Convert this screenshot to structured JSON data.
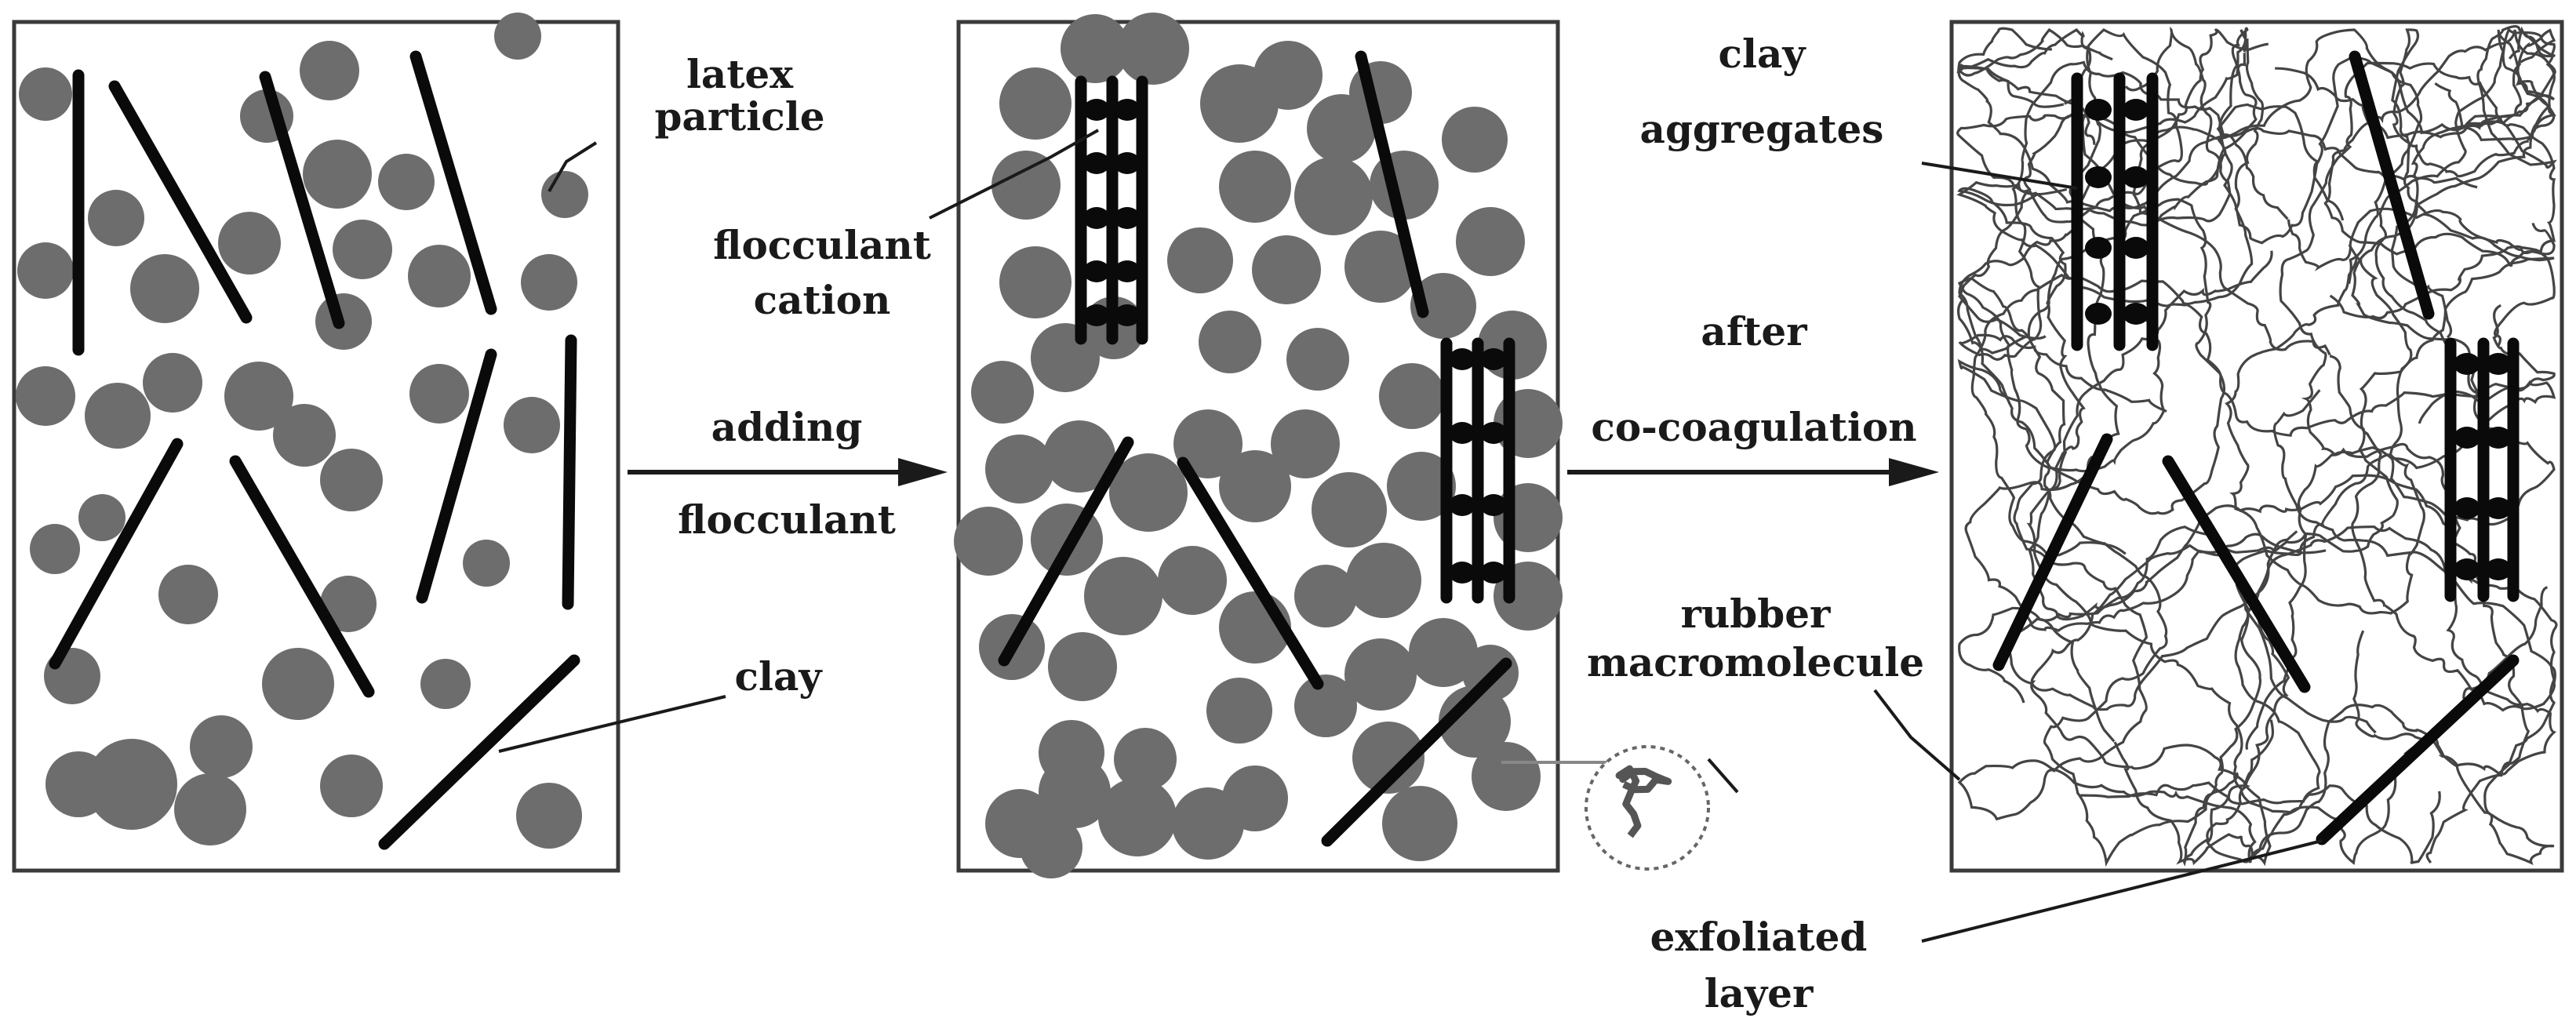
{
  "labels": {
    "latex_particle_1": "latex",
    "latex_particle_2": "particle",
    "clay": "clay",
    "adding": "adding",
    "flocculant": "flocculant",
    "flocculant_cation_1": "flocculant",
    "flocculant_cation_2": "cation",
    "clay_aggregates_1": "clay",
    "clay_aggregates_2": "aggregates",
    "after": "after",
    "co_coagulation": "co-coagulation",
    "rubber_macromolecule_1": "rubber",
    "rubber_macromolecule_2": "macromolecule",
    "exfoliated_layer_1": "exfoliated",
    "exfoliated_layer_2": "layer"
  },
  "colors": {
    "particle": "#6d6d6d",
    "clay": "#0a0a0a",
    "frame": "#3a3a3a",
    "text": "#1a1a1a"
  }
}
